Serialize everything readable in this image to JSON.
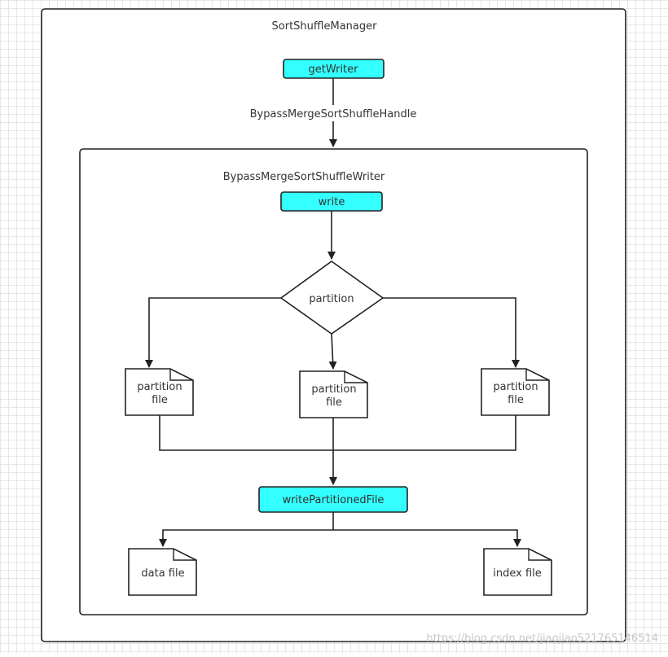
{
  "colors": {
    "accent_fill": "#33ffff",
    "stroke": "#222222",
    "text": "#333333"
  },
  "outer_container": {
    "title": "SortShuffleManager"
  },
  "get_writer_node": {
    "label": "getWriter"
  },
  "handle_label": "BypassMergeSortShuffleHandle",
  "inner_container": {
    "title": "BypassMergeSortShuffleWriter"
  },
  "write_node": {
    "label": "write"
  },
  "partition_decision": {
    "label": "partition"
  },
  "partition_files": [
    {
      "line1": "partition",
      "line2": "file"
    },
    {
      "line1": "partition",
      "line2": "file"
    },
    {
      "line1": "partition",
      "line2": "file"
    }
  ],
  "write_partitioned_file_node": {
    "label": "writePartitionedFile"
  },
  "data_file": {
    "label": "data file"
  },
  "index_file": {
    "label": "index file"
  },
  "watermark": "https://blog.csdn.net/jiaojiao521765146514"
}
